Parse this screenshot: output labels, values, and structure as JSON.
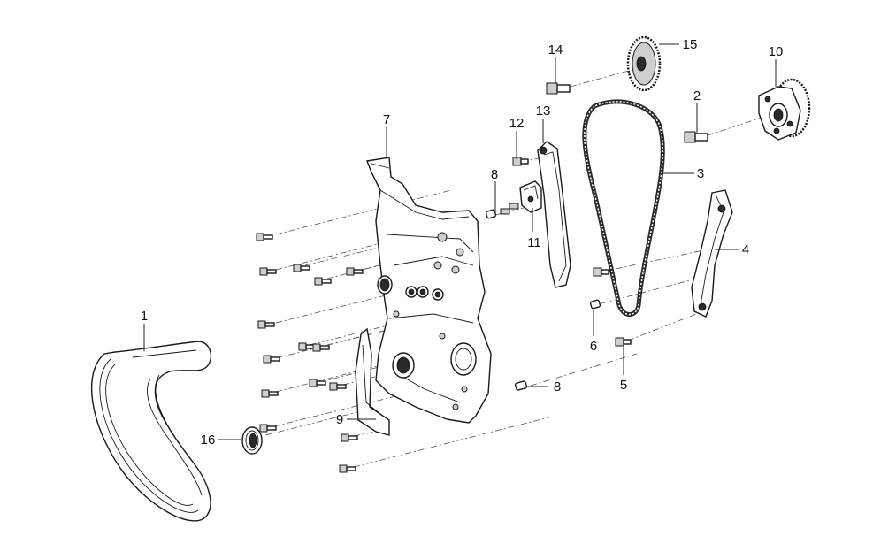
{
  "labels": {
    "l1": "1",
    "l2": "2",
    "l3": "3",
    "l4": "4",
    "l5": "5",
    "l6": "6",
    "l7": "7",
    "l8a": "8",
    "l8b": "8",
    "l9": "9",
    "l10": "10",
    "l11": "11",
    "l12": "12",
    "l13": "13",
    "l14": "14",
    "l15": "15",
    "l16": "16"
  }
}
